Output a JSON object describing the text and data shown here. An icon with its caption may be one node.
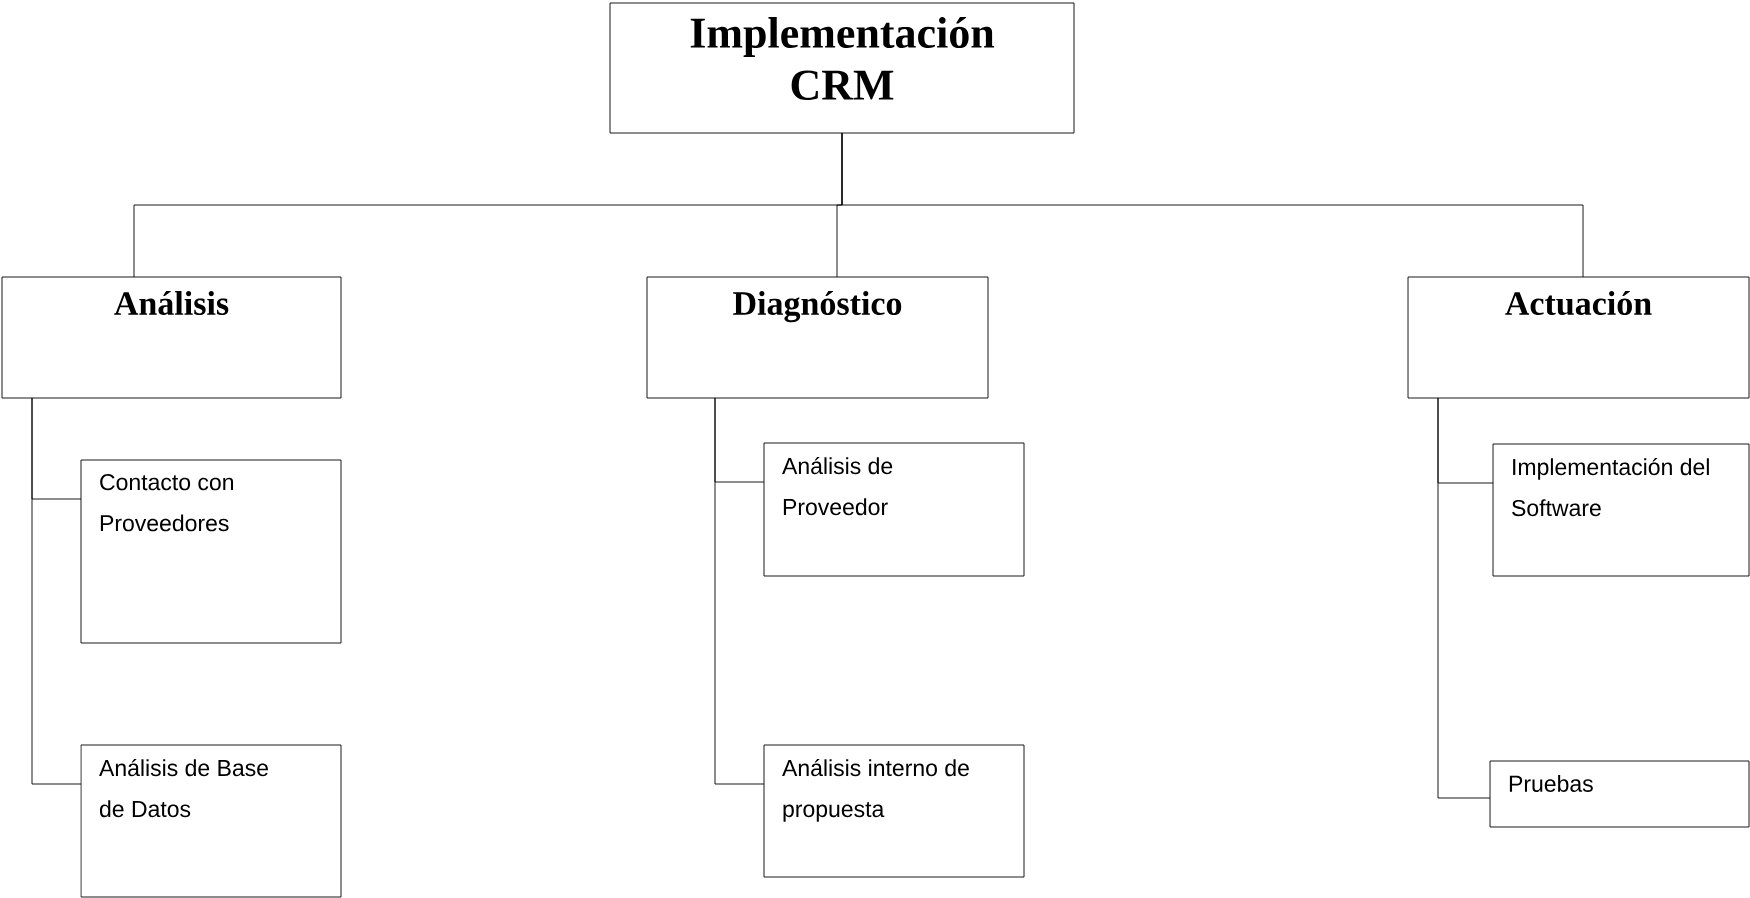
{
  "diagram": {
    "nodes": [
      {
        "text": [
          "Implementación CRM"
        ]
      },
      {
        "text": [
          "Análisis"
        ]
      },
      {
        "text": [
          "Diagnóstico"
        ]
      },
      {
        "text": [
          "Actuación"
        ]
      },
      {
        "text": [
          "Contacto con Proveedores"
        ]
      },
      {
        "text": [
          "Análisis de Base de Datos"
        ]
      },
      {
        "text": [
          "Análisis de Proveedor"
        ]
      },
      {
        "text": [
          "Análisis interno de propuesta"
        ]
      },
      {
        "text": [
          "Implementación del Software"
        ]
      },
      {
        "text": [
          "Pruebas"
        ]
      }
    ],
    "edges": [
      {
        "from": 0,
        "to": 1,
        "arrow": "none"
      },
      {
        "from": 0,
        "to": 2,
        "arrow": "none"
      },
      {
        "from": 0,
        "to": 3,
        "arrow": "none"
      },
      {
        "from": 1,
        "to": 4,
        "arrow": "none"
      },
      {
        "from": 1,
        "to": 5,
        "arrow": "none"
      },
      {
        "from": 2,
        "to": 6,
        "arrow": "none"
      },
      {
        "from": 2,
        "to": 7,
        "arrow": "none"
      },
      {
        "from": 3,
        "to": 8,
        "arrow": "none"
      },
      {
        "from": 3,
        "to": 9,
        "arrow": "none"
      }
    ]
  }
}
